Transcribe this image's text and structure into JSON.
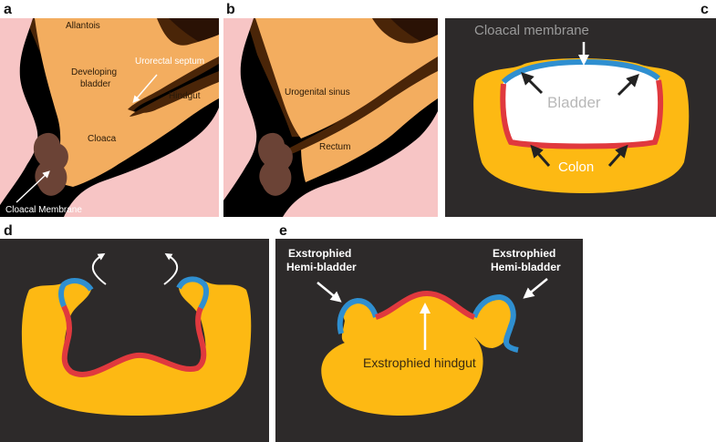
{
  "panels": {
    "a": {
      "letter": "a",
      "labels": {
        "allantois": "Allantois",
        "developing_bladder": [
          "Developing",
          "bladder"
        ],
        "urorectal_septum": "Urorectal septum",
        "hindgut": "Hindgut",
        "cloaca": "Cloaca",
        "cloacal_membrane": "Cloacal Membrane"
      }
    },
    "b": {
      "letter": "b",
      "labels": {
        "urogenital_sinus": "Urogenital sinus",
        "rectum": "Rectum"
      }
    },
    "c": {
      "letter": "c",
      "labels": {
        "cloacal_membrane": "Cloacal membrane",
        "bladder": "Bladder",
        "colon": "Colon"
      }
    },
    "d": {
      "letter": "d"
    },
    "e": {
      "letter": "e",
      "labels": {
        "left_hemi_bladder": [
          "Exstrophied",
          "Hemi-bladder"
        ],
        "right_hemi_bladder": [
          "Exstrophied",
          "Hemi-bladder"
        ],
        "hindgut": "Exstrophied hindgut"
      }
    }
  },
  "colors": {
    "background_dark": "#2d2a2a",
    "black": "#000000",
    "tissue_orange": "#f3ad5f",
    "tissue_brown": "#4a2508",
    "tissue_dark_brown": "#3a1d08",
    "pink": "#f7c5c5",
    "membrane_brown": "#6b4336",
    "yellow": "#fdb913",
    "blue": "#2f8fd0",
    "red": "#e0393e",
    "white": "#ffffff"
  }
}
